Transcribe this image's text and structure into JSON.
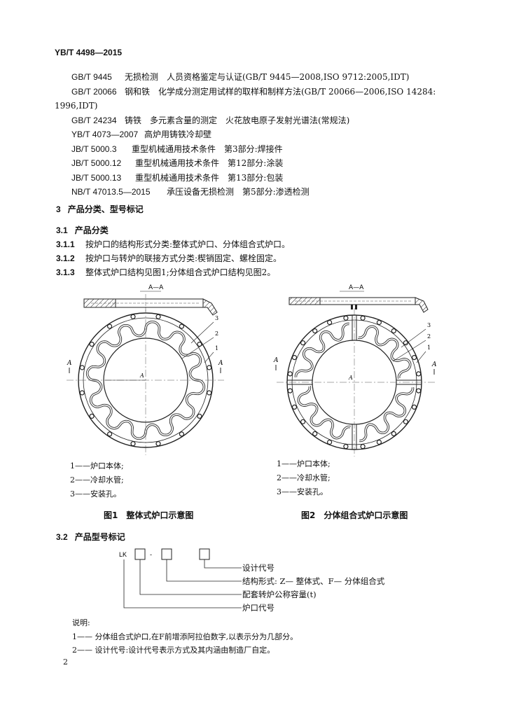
{
  "header": {
    "standard": "YB/T 4498—2015"
  },
  "references": [
    {
      "code": "GB/T 9445",
      "title": "无损检测　人员资格鉴定与认证(GB/T 9445—2008,ISO 9712:2005,IDT)"
    },
    {
      "code": "GB/T 20066",
      "title": "钢和铁　化学成分测定用试样的取样和制样方法(GB/T 20066—2006,ISO 14284:"
    },
    {
      "code": "",
      "title": "1996,IDT)"
    },
    {
      "code": "GB/T 24234",
      "title": "铸铁　多元素含量的测定　火花放电原子发射光谱法(常规法)"
    },
    {
      "code": "YB/T 4073—2007",
      "title": "高炉用铸铁冷却壁"
    },
    {
      "code": "JB/T 5000.3",
      "title": "重型机械通用技术条件　第3部分:焊接件"
    },
    {
      "code": "JB/T 5000.12",
      "title": "重型机械通用技术条件　第12部分:涂装"
    },
    {
      "code": "JB/T 5000.13",
      "title": "重型机械通用技术条件　第13部分:包装"
    },
    {
      "code": "NB/T 47013.5—2015",
      "title": "承压设备无损检测　第5部分:渗透检测"
    }
  ],
  "sections": {
    "s3": {
      "num": "3",
      "title": "产品分类、型号标记"
    },
    "s31": {
      "num": "3.1",
      "title": "产品分类"
    },
    "s311": {
      "num": "3.1.1",
      "text": "按炉口的结构形式分类:整体式炉口、分体组合式炉口。"
    },
    "s312": {
      "num": "3.1.2",
      "text": "按炉口与转炉的联接方式分类:楔销固定、螺栓固定。"
    },
    "s313": {
      "num": "3.1.3",
      "text": "整体式炉口结构见图1;分体组合式炉口结构见图2。"
    },
    "s32": {
      "num": "3.2",
      "title": "产品型号标记"
    }
  },
  "figure1": {
    "section_label": "A—A",
    "a_marks": [
      "A",
      "A"
    ],
    "center_label": "A",
    "callouts": [
      "3",
      "2",
      "1"
    ],
    "legend": [
      "1——炉口本体;",
      "2——冷却水管;",
      "3——安装孔。"
    ],
    "caption": "图1　整体式炉口示意图"
  },
  "figure2": {
    "section_label": "A—A",
    "a_marks": [
      "A",
      "A"
    ],
    "center_label": "A",
    "callouts": [
      "3",
      "2",
      "1"
    ],
    "legend": [
      "1——炉口本体;",
      "2——冷却水管;",
      "3——安装孔。"
    ],
    "caption": "图2　分体组合式炉口示意图"
  },
  "model_diagram": {
    "prefix": "LK",
    "dash": "-",
    "labels": [
      "设计代号",
      "结构形式: Z— 整体式、F— 分体组合式",
      "配套转炉公称容量(t)",
      "炉口代号"
    ]
  },
  "notes": {
    "title": "说明:",
    "items": [
      "1—— 分体组合式炉口,在F前增添阿拉伯数字,以表示分为几部分。",
      "2—— 设计代号:设计代号表示方式及其内涵由制造厂自定。"
    ]
  },
  "page_number": "2"
}
